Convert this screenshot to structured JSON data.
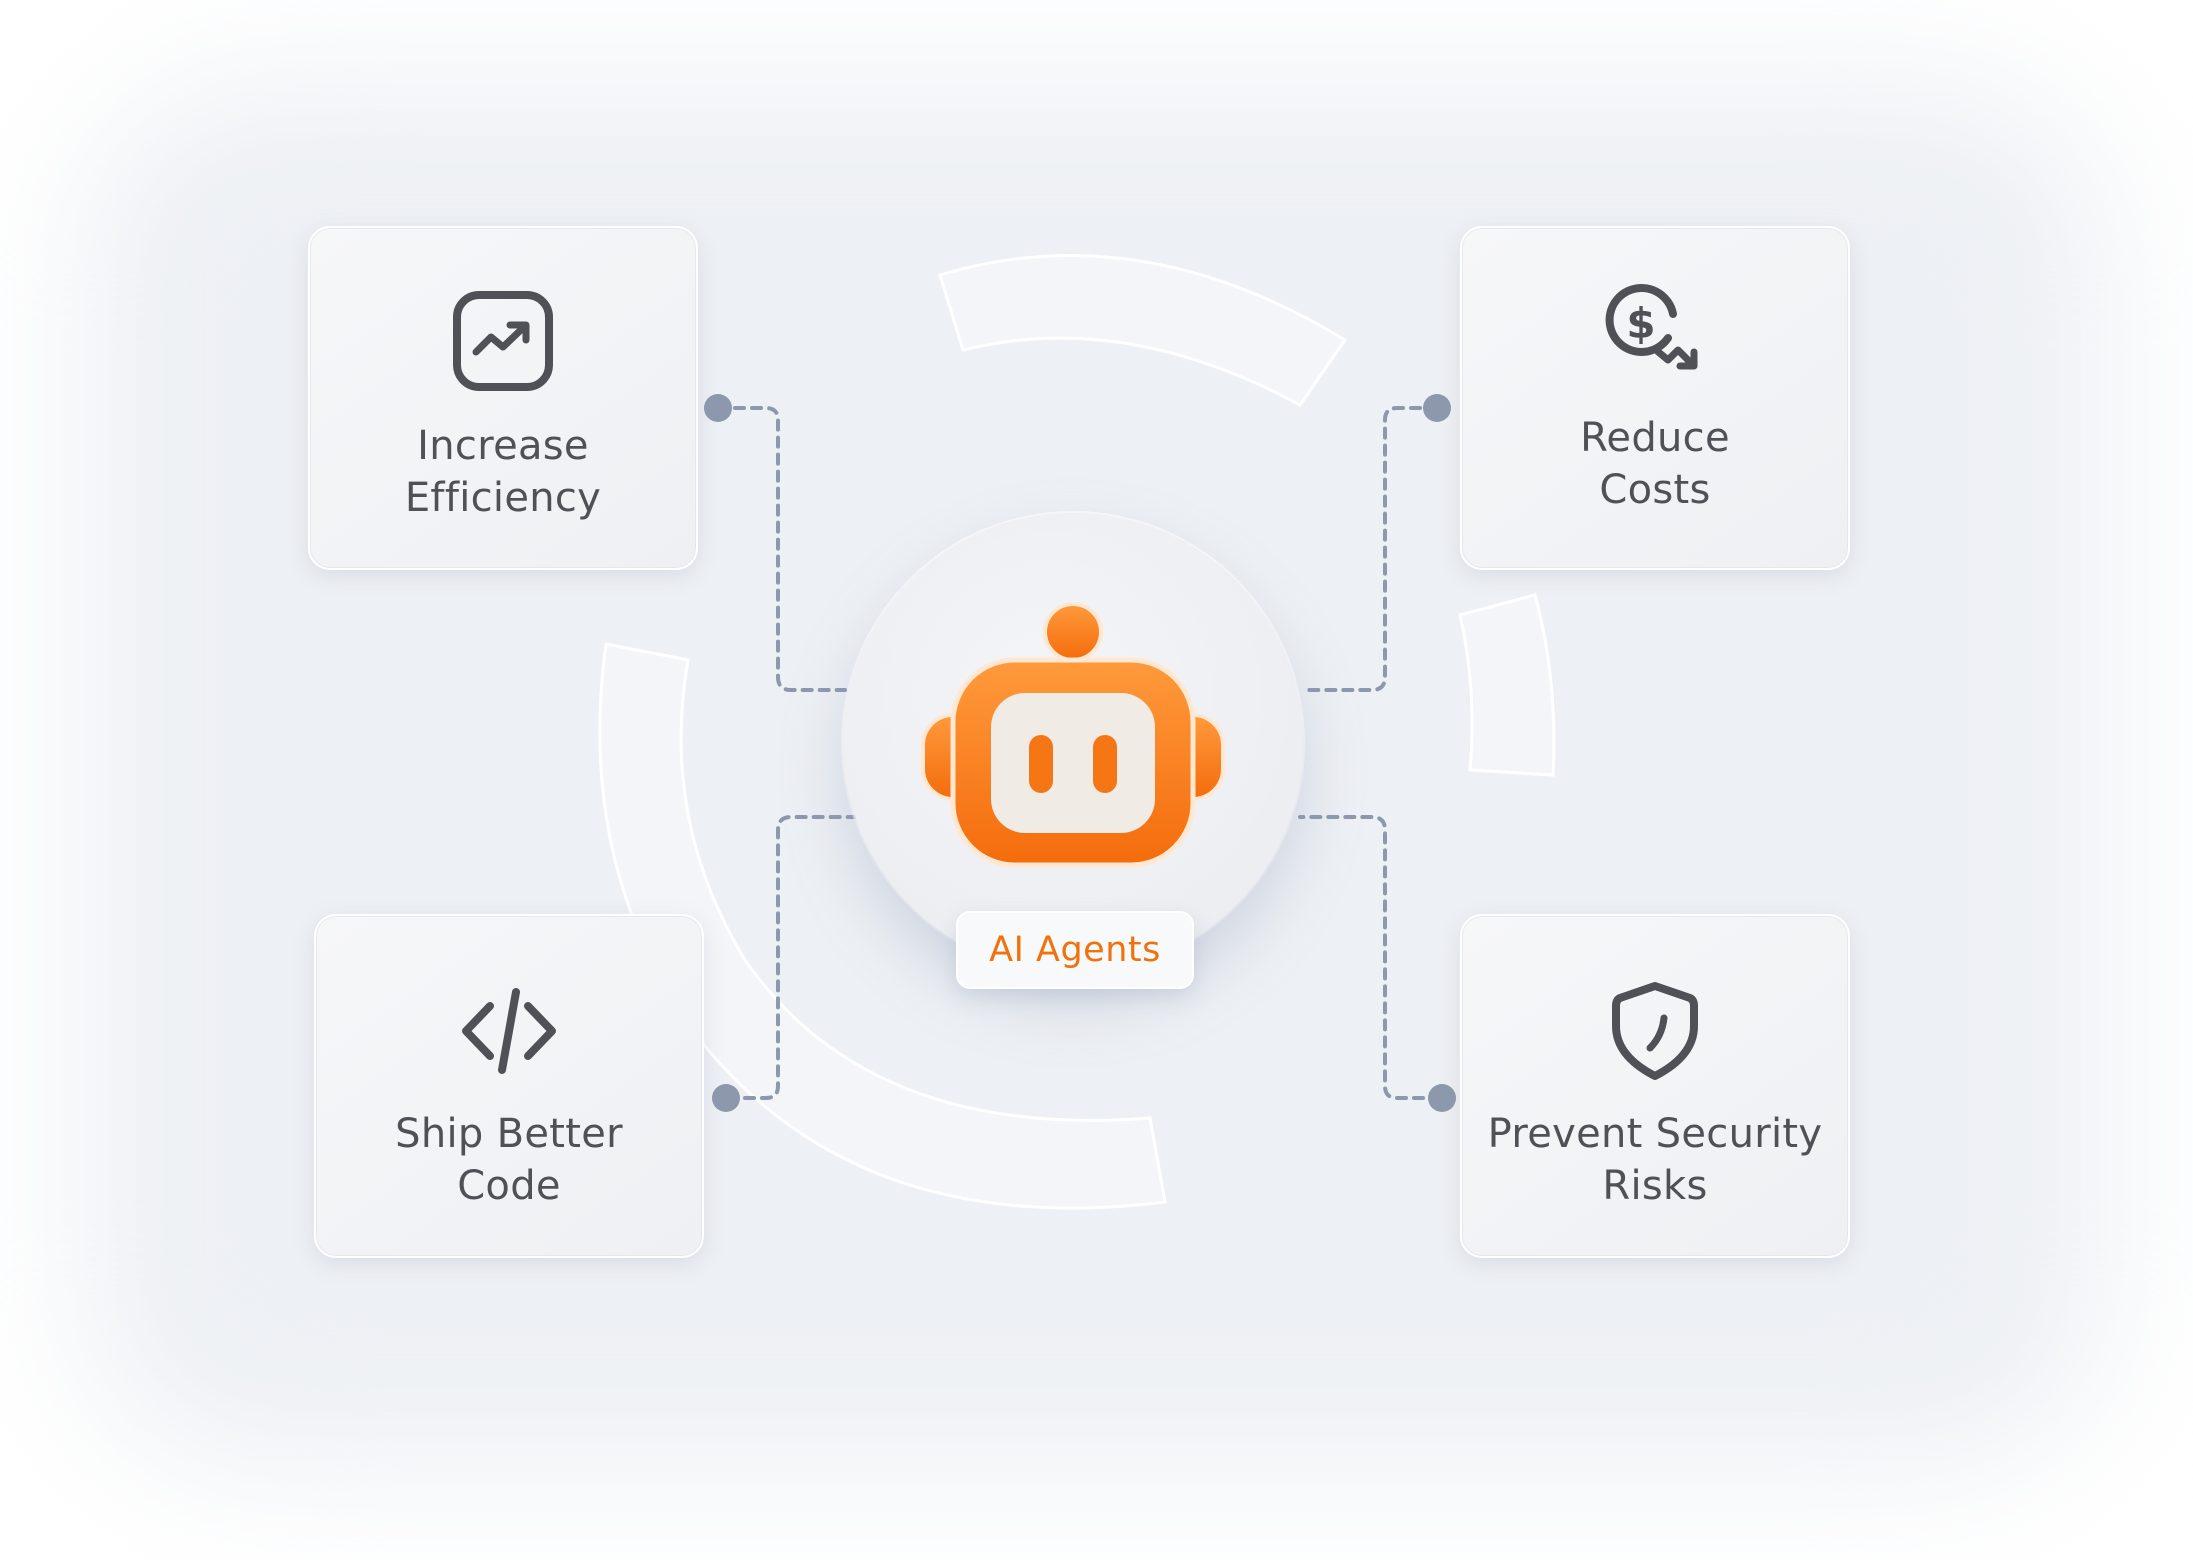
{
  "hub": {
    "label": "AI Agents",
    "icon": "robot-icon",
    "accent_color": "#f47c14"
  },
  "benefits": [
    {
      "id": "increase-efficiency",
      "icon": "trending-up-icon",
      "lines": [
        "Increase",
        "Efficiency"
      ]
    },
    {
      "id": "reduce-costs",
      "icon": "dollar-down-icon",
      "lines": [
        "Reduce",
        "Costs"
      ]
    },
    {
      "id": "ship-better-code",
      "icon": "code-icon",
      "lines": [
        "Ship Better",
        "Code"
      ]
    },
    {
      "id": "prevent-security-risks",
      "icon": "shield-icon",
      "lines": [
        "Prevent Security",
        "Risks"
      ]
    }
  ],
  "colors": {
    "text": "#4f5156",
    "icon": "#4f5156",
    "connector": "#8d98ad",
    "background": "#edf0f4"
  }
}
